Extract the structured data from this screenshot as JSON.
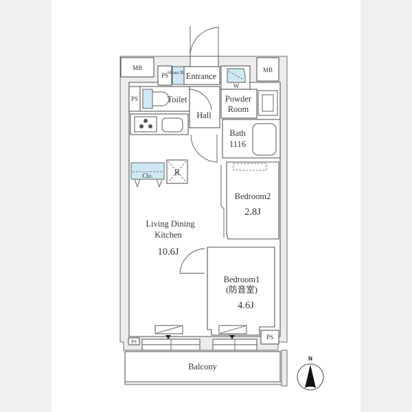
{
  "plan": {
    "rooms": {
      "entrance": "Entrance",
      "shoes_box": "Shoes Box",
      "toilet": "Toilet",
      "hall": "Hall",
      "powder_room_line1": "Powder",
      "powder_room_line2": "Room",
      "washer": "W",
      "bath_line1": "Bath",
      "bath_line2": "1116",
      "closet": "Clo.",
      "refrigerator": "R",
      "ldk_line1": "Living Dining",
      "ldk_line2": "Kitchen",
      "ldk_size": "10.6J",
      "bedroom2": "Bedroom2",
      "bedroom2_size": "2.8J",
      "bedroom1": "Bedroom1",
      "bedroom1_note": "(防音室)",
      "bedroom1_size": "4.6J",
      "balcony": "Balcony"
    },
    "shafts": {
      "mb_left": "MB",
      "mb_right": "MB",
      "ps_entrance": "PS",
      "ps_toilet": "PS",
      "ps_bottom_left": "PS",
      "ps_bottom_right": "PS"
    },
    "compass": {
      "label": "N"
    }
  }
}
